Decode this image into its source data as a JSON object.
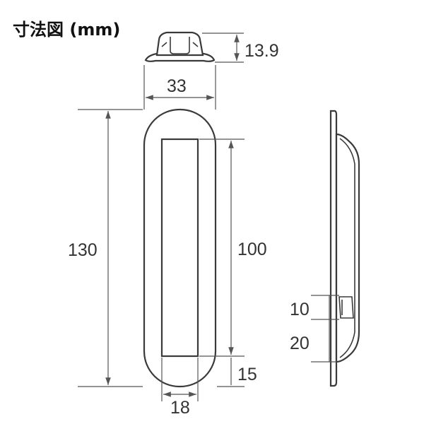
{
  "title": "寸法図 (mm)",
  "colors": {
    "outline": "#3a3a3a",
    "dimension": "#555555",
    "text": "#333333"
  },
  "dimensions": {
    "top_height": "13.9",
    "width": "33",
    "overall_length": "130",
    "recess_length": "100",
    "bottom_margin": "15",
    "recess_width": "18",
    "side_a": "10",
    "side_b": "20"
  }
}
